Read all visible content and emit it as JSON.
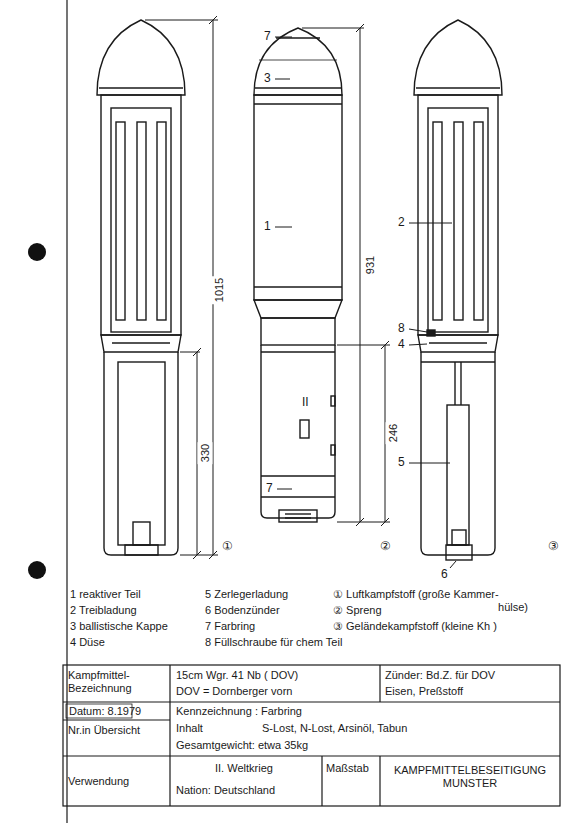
{
  "diagram": {
    "labels": [
      "1015",
      "330",
      "①",
      "7",
      "3",
      "1",
      "II",
      "7",
      "931",
      "246",
      "②",
      "2",
      "8",
      "4",
      "5",
      "6",
      "③",
      "1 reaktiver Teil",
      "2 Treibladung",
      "3 ballistische Kappe",
      "4 Düse",
      "5 Zerlegerladung",
      "6 Bodenzünder",
      "7 Farbring",
      "8 Füllschraube für chem Teil",
      "① Luftkampfstoff (große Kammer- hülse)",
      "② Spreng",
      "③ Geländekampfstoff (kleine Kh )",
      "Kampfmittel- Bezeichnung",
      "15cm Wgr. 41 Nb ( DOV)",
      "DOV = Dornberger vorn",
      "Zünder: Bd.Z. für DOV",
      "Eisen, Preßstoff",
      "Datum: 8.1979",
      "Nr.in Übersicht",
      "Kennzeichnung : Farbring",
      "Inhalt",
      "S-Lost, N-Lost, Arsinöl, Tabun",
      "Gesamtgewicht: etwa 35kg",
      "Verwendung",
      "II. Weltkrieg",
      "Nation: Deutschland",
      "Maßstab",
      "KAMPFMITTELBESEITIGUNG MUNSTER"
    ]
  }
}
